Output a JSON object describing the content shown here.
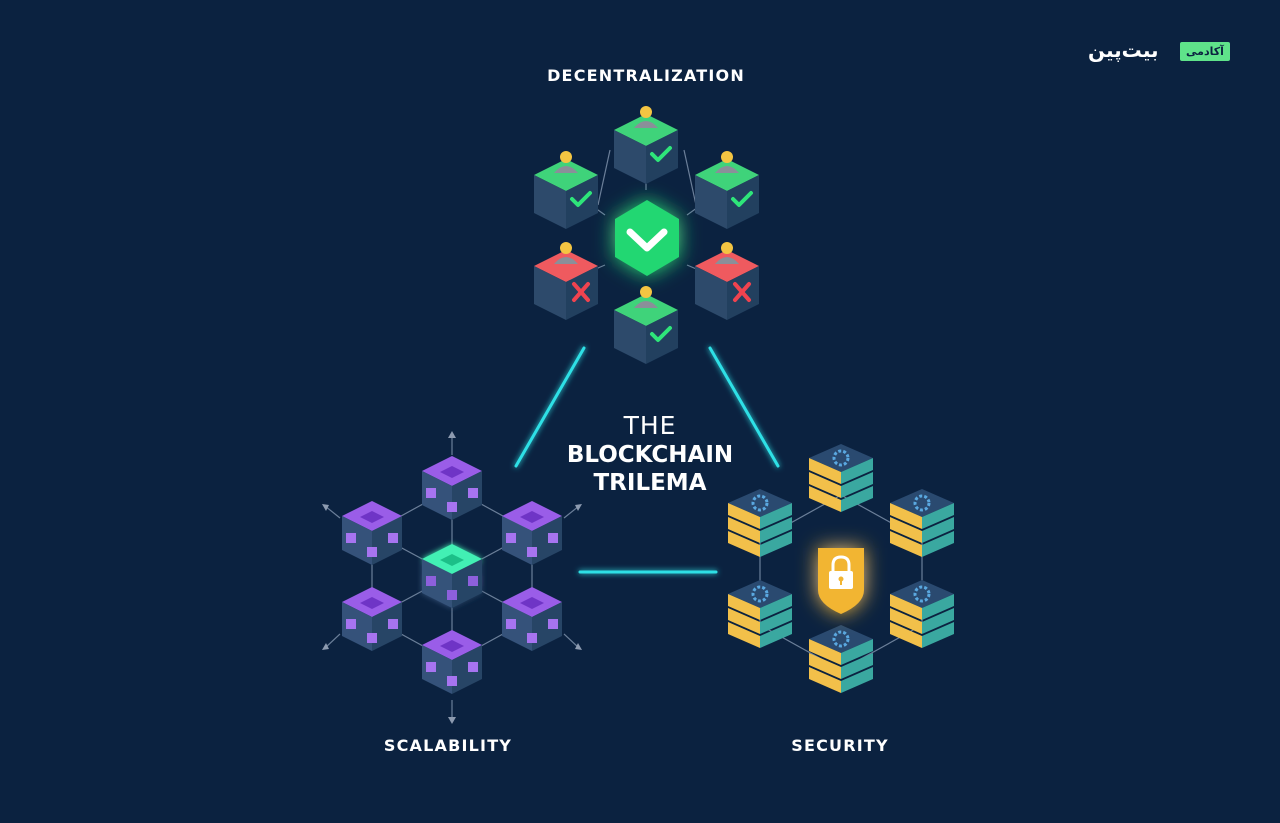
{
  "diagram": {
    "title": {
      "line1": "THE",
      "line2": "BLOCKCHAIN",
      "line3": "TRILEMA"
    },
    "labels": {
      "decentralization": "DECENTRALIZATION",
      "scalability": "SCALABILITY",
      "security": "SECURITY"
    }
  },
  "brand": {
    "wordmark": "بیت‌پین",
    "tag": "آکادمی"
  },
  "colors": {
    "background": "#0b2240",
    "connector": "#2fe0e6",
    "green": "#2ecc71",
    "red": "#ef4d57",
    "purple": "#8e4fe0",
    "gold": "#f2b531",
    "mint": "#3ef0b0"
  }
}
